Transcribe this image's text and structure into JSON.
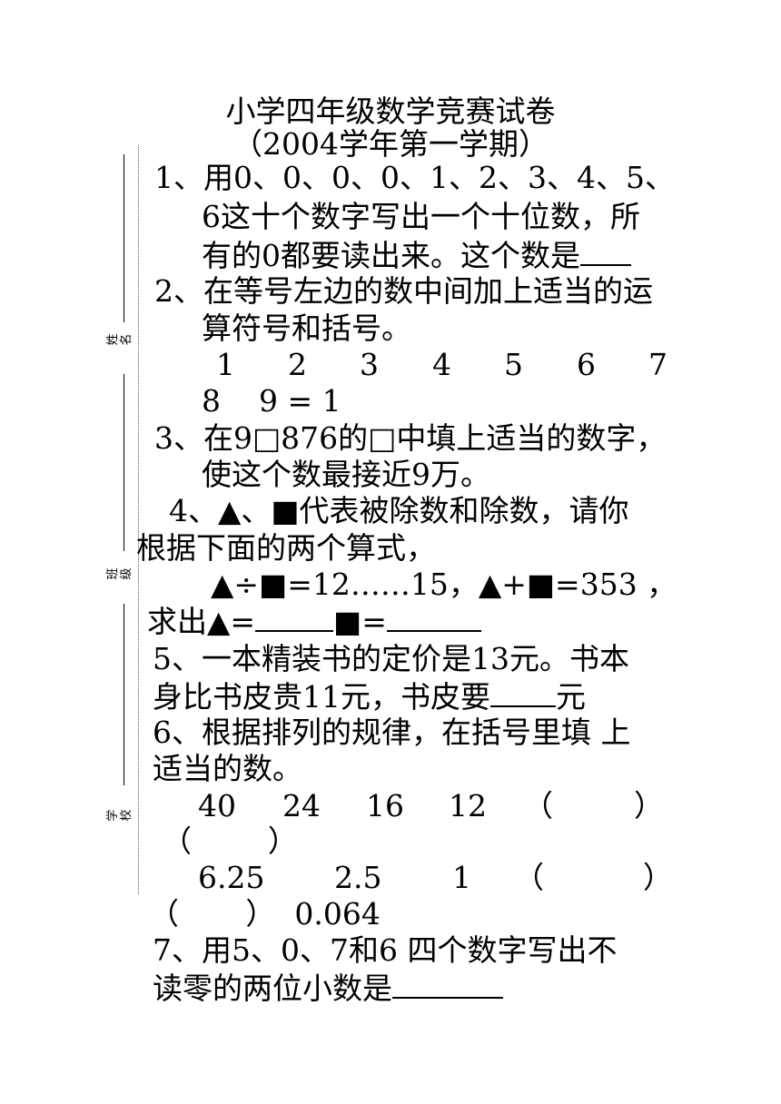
{
  "header": {
    "title": "小学四年级数学竞赛试卷",
    "subtitle": "（2004学年第一学期）"
  },
  "margin_fields": {
    "name_label": "姓名",
    "class_label": "班级",
    "school_label": "学校"
  },
  "questions": {
    "q1": {
      "line1": "1、用0、0、0、0、1、2、3、4、5、",
      "line2": "6这十个数字写出一个十位数，所",
      "line3": "有的0都要读出来。这个数是"
    },
    "q2": {
      "line1": "2、在等号左边的数中间加上适当的运",
      "line2": "算符号和括号。",
      "numbers": [
        "1",
        "2",
        "3",
        "4",
        "5",
        "6",
        "7"
      ],
      "line4": "8    9 = 1"
    },
    "q3": {
      "line1": "3、在9□876的□中填上适当的数字，",
      "line2": "使这个数最接近9万。"
    },
    "q4": {
      "line1": "4、▲、■代表被除数和除数，请你",
      "line2": "根据下面的两个算式，",
      "formula": "▲÷■=12……15，▲+■=353 ，",
      "answer_prefix": "求出▲=",
      "answer_mid": "■="
    },
    "q5": {
      "line1": "5、一本精装书的定价是13元。书本",
      "line2_prefix": "身比书皮贵11元，书皮要",
      "line2_suffix": "元"
    },
    "q6": {
      "line1": "6、根据排列的规律，在括号里填 上",
      "line2": "适当的数。",
      "seq1": [
        "40",
        "24",
        "16",
        "12",
        "（",
        "）"
      ],
      "seq1_line2": "（        ）",
      "seq2": [
        "6.25",
        "2.5",
        "1",
        "（",
        "）"
      ],
      "seq2_line2": "（       ）  0.064"
    },
    "q7": {
      "line1": "7、用5、0、7和6 四个数字写出不",
      "line2": "读零的两位小数是"
    }
  }
}
